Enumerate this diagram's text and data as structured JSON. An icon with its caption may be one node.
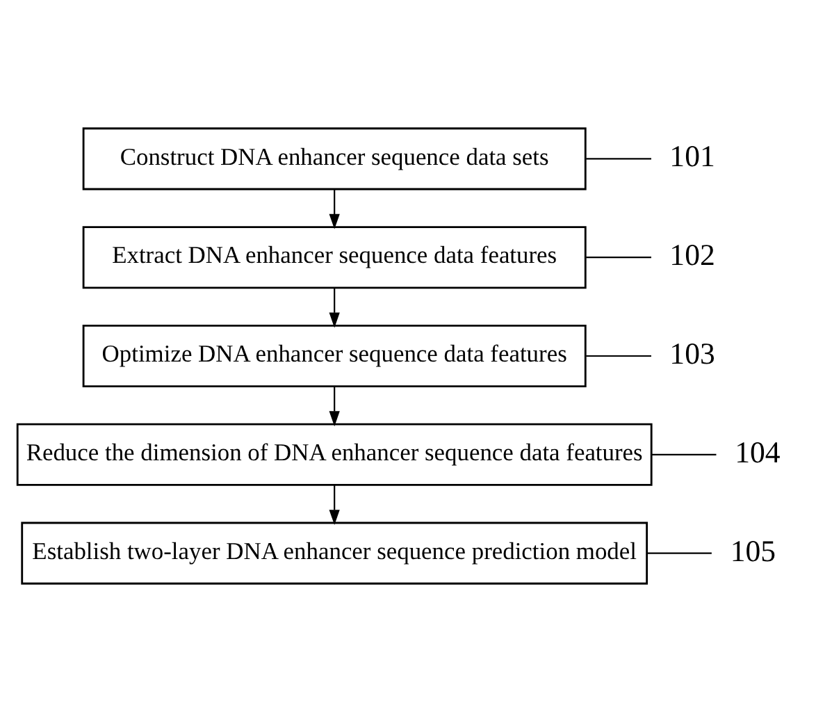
{
  "diagram": {
    "nodes": [
      {
        "text": [
          "Construct DNA enhancer sequence data sets"
        ]
      },
      {
        "text": [
          "Extract DNA enhancer sequence data features"
        ]
      },
      {
        "text": [
          "Optimize DNA enhancer sequence data features"
        ]
      },
      {
        "text": [
          "Reduce the dimension of DNA enhancer sequence data features"
        ]
      },
      {
        "text": [
          "Establish two-layer DNA enhancer sequence prediction model"
        ]
      },
      {
        "text": [
          "101"
        ]
      },
      {
        "text": [
          "102"
        ]
      },
      {
        "text": [
          "103"
        ]
      },
      {
        "text": [
          "104"
        ]
      },
      {
        "text": [
          "105"
        ]
      }
    ],
    "edges": [
      {
        "from": 0,
        "to": 1,
        "arrow": "to"
      },
      {
        "from": 1,
        "to": 2,
        "arrow": "to"
      },
      {
        "from": 2,
        "to": 3,
        "arrow": "to"
      },
      {
        "from": 3,
        "to": 4,
        "arrow": "to"
      },
      {
        "from": 5,
        "to": 0,
        "arrow": "none"
      },
      {
        "from": 6,
        "to": 1,
        "arrow": "none"
      },
      {
        "from": 7,
        "to": 2,
        "arrow": "none"
      },
      {
        "from": 8,
        "to": 3,
        "arrow": "none"
      },
      {
        "from": 9,
        "to": 4,
        "arrow": "none"
      }
    ]
  }
}
